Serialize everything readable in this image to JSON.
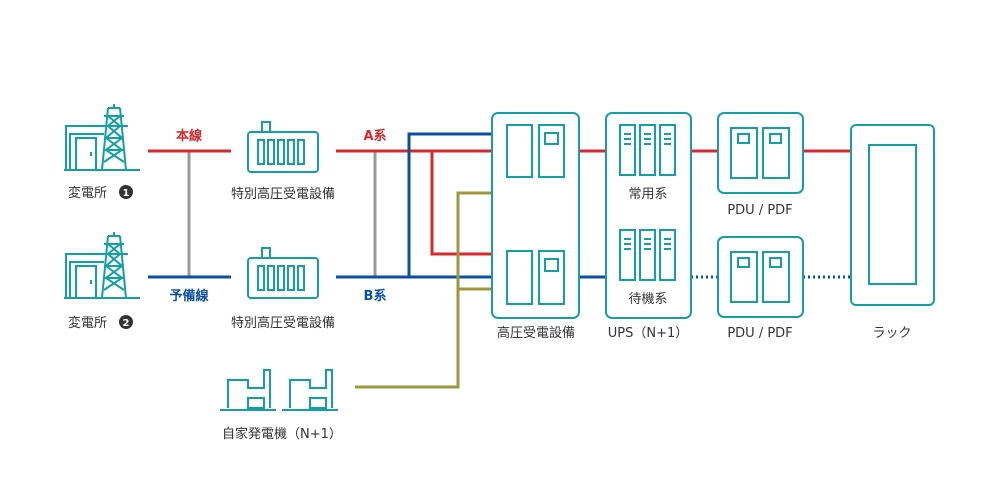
{
  "colors": {
    "equipment": "#12a0a4",
    "line_a": "#d42a2f",
    "line_b": "#0b4ea2",
    "tie_line": "#9a9a9a",
    "generator_line": "#9a9a3c",
    "text": "#333333"
  },
  "substations": [
    {
      "label": "変電所",
      "badge": "1"
    },
    {
      "label": "変電所",
      "badge": "2"
    }
  ],
  "lines": {
    "main": "本線",
    "backup": "予備線",
    "a_system": "A系",
    "b_system": "B系"
  },
  "receiving": [
    {
      "label": "特別高圧受電設備"
    },
    {
      "label": "特別高圧受電設備"
    }
  ],
  "high_voltage": {
    "label": "高圧受電設備"
  },
  "generator": {
    "label": "自家発電機（N+1）"
  },
  "ups": {
    "label": "UPS（N+1）",
    "normal": "常用系",
    "standby": "待機系"
  },
  "pdu": [
    {
      "label": "PDU / PDF"
    },
    {
      "label": "PDU / PDF"
    }
  ],
  "rack": {
    "label": "ラック"
  }
}
